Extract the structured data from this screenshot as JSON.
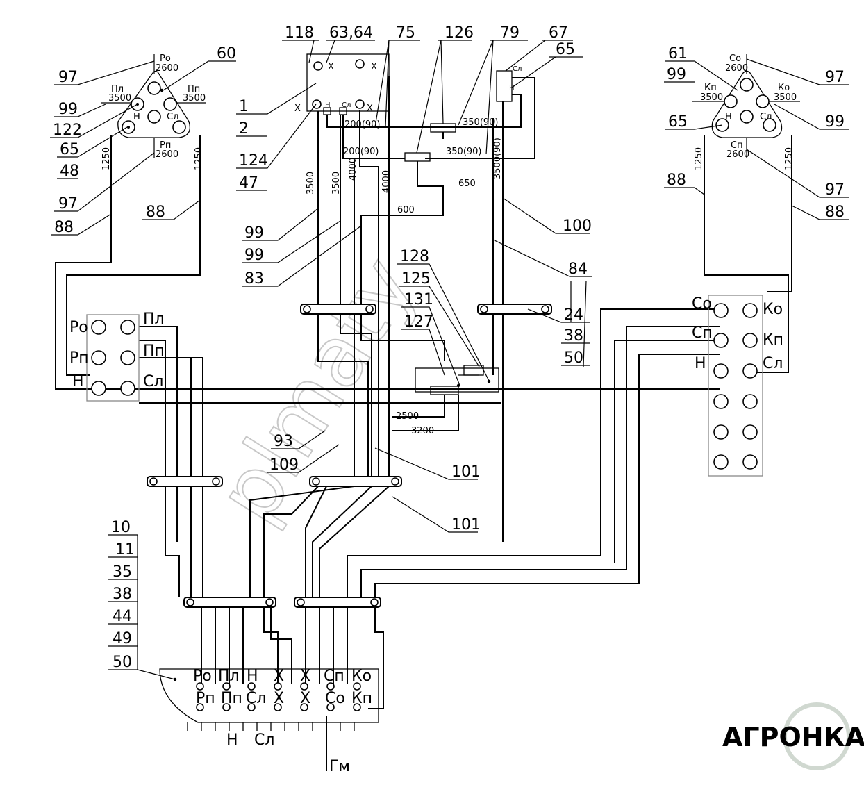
{
  "callouts": {
    "top": [
      "118",
      "63,64",
      "75",
      "126",
      "79",
      "67",
      "65"
    ],
    "left": [
      "97",
      "99",
      "122",
      "65",
      "48",
      "97",
      "88",
      "60",
      "88"
    ],
    "left_mid": [
      "1",
      "2",
      "124",
      "47"
    ],
    "mid": [
      "99",
      "99",
      "83"
    ],
    "right": [
      "61",
      "99",
      "65",
      "97",
      "99",
      "97",
      "88",
      "88",
      "100",
      "84",
      "24",
      "38",
      "50"
    ],
    "center": [
      "128",
      "125",
      "131",
      "127",
      "93",
      "109",
      "101",
      "101"
    ],
    "bottom_left": [
      "10",
      "11",
      "35",
      "38",
      "44",
      "49",
      "50"
    ]
  },
  "lengths": {
    "l1250": "1250",
    "l2600": "2600",
    "l3500": "3500",
    "l4000": "4000",
    "l600": "600",
    "l650": "650",
    "l2500": "2500",
    "l3200": "3200",
    "l200_90": "200(90)",
    "l350_90": "350(90)",
    "l3500_90": "3500(90)"
  },
  "terminals": {
    "ro": "Ро",
    "pl": "Пл",
    "pp": "Пп",
    "rp": "Рп",
    "n": "Н",
    "sl": "Сл",
    "so": "Со",
    "ko": "Ко",
    "sp": "Сп",
    "kp": "Кп",
    "x": "Х",
    "gm": "Гм"
  },
  "watermark": "plmaty",
  "logo": "АГРОНКА"
}
